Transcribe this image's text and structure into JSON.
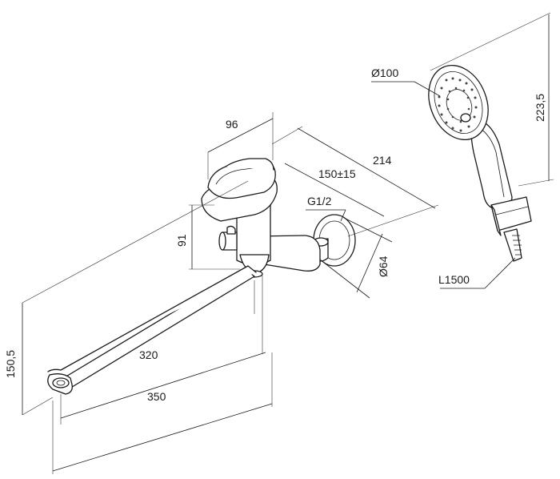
{
  "dimensions": {
    "d96": "96",
    "d214": "214",
    "d150": "150±15",
    "g12": "G1/2",
    "d91": "91",
    "d64": "Ø64",
    "d1505": "150,5",
    "d320": "320",
    "d350": "350",
    "d100": "Ø100",
    "d2235": "223,5",
    "l1500": "L1500"
  }
}
